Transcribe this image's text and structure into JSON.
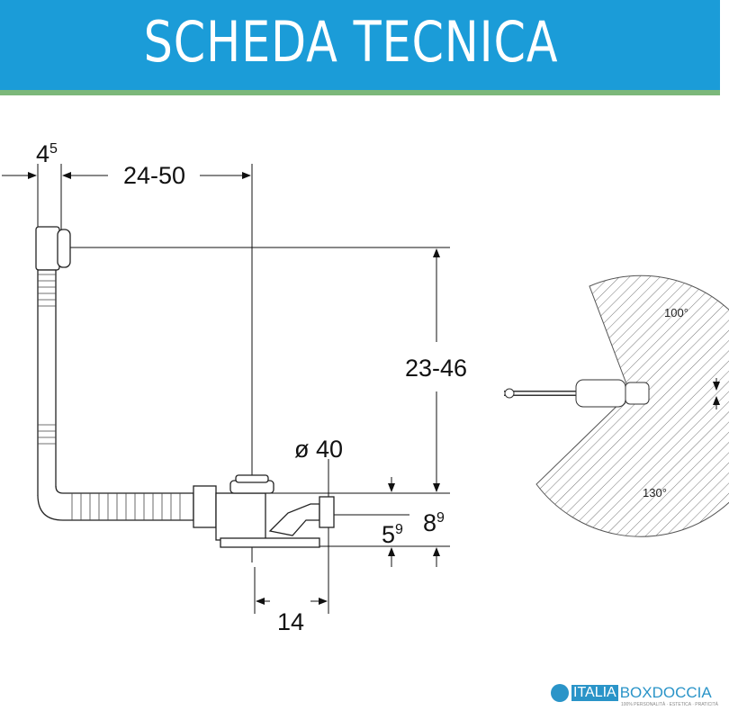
{
  "header": {
    "title": "SCHEDA TECNICA",
    "color": "#1b9cd8",
    "strip_color": "#7cb87a"
  },
  "dimensions": {
    "d1": {
      "base": "4",
      "sup": "5"
    },
    "d2": "24-50",
    "d3": "23-46",
    "d4": "ø 40",
    "d5": {
      "base": "5",
      "sup": "9"
    },
    "d6": {
      "base": "8",
      "sup": "9"
    },
    "d7": "14"
  },
  "angles": {
    "a1": "100°",
    "a2": "130°"
  },
  "logo": {
    "part1": "ITALIA",
    "part2": "BOXDOCCIA",
    "tagline": "100% PERSONALITÀ · ESTETICA · PRATICITÀ"
  }
}
